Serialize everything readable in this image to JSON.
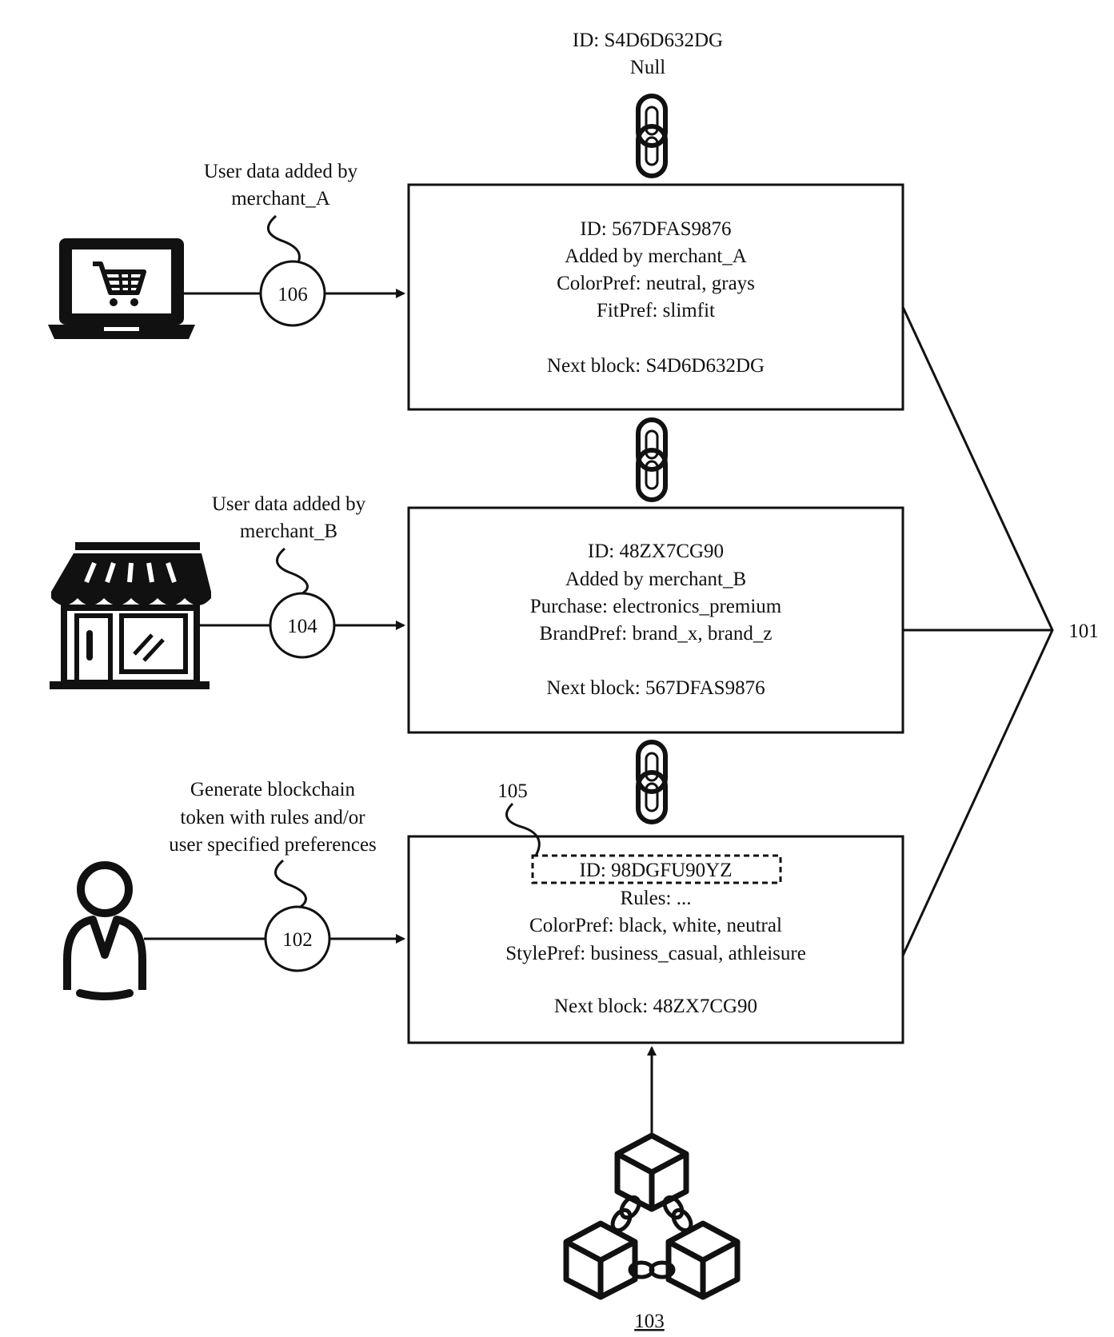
{
  "top_node": {
    "id_line": "ID: S4D6D632DG",
    "value": "Null"
  },
  "blocks": [
    {
      "lines": [
        "ID: 567DFAS9876",
        "Added by merchant_A",
        "ColorPref: neutral, grays",
        "FitPref: slimfit"
      ],
      "next": "Next block: S4D6D632DG"
    },
    {
      "lines": [
        "ID: 48ZX7CG90",
        "Added by merchant_B",
        "Purchase: electronics_premium",
        "BrandPref: brand_x, brand_z"
      ],
      "next": "Next block: 567DFAS9876"
    },
    {
      "id_line": "ID: 98DGFU90YZ",
      "lines": [
        "Rules: ...",
        "ColorPref: black, white, neutral",
        "StylePref: business_casual, athleisure"
      ],
      "next": "Next block: 48ZX7CG90"
    }
  ],
  "sources": [
    {
      "caption": [
        "User data added by",
        "merchant_A"
      ],
      "ref": "106",
      "icon": "laptop-cart-icon"
    },
    {
      "caption": [
        "User data added by",
        "merchant_B"
      ],
      "ref": "104",
      "icon": "storefront-icon"
    },
    {
      "caption": [
        "Generate blockchain",
        "token with rules and/or",
        "user specified preferences"
      ],
      "ref": "102",
      "icon": "user-icon"
    }
  ],
  "labels": {
    "chain_ref": "101",
    "token_id_ref": "105",
    "blockchain_ref": "103"
  },
  "icons": [
    "chain-link-icon",
    "laptop-cart-icon",
    "storefront-icon",
    "user-icon",
    "blockchain-network-icon"
  ]
}
